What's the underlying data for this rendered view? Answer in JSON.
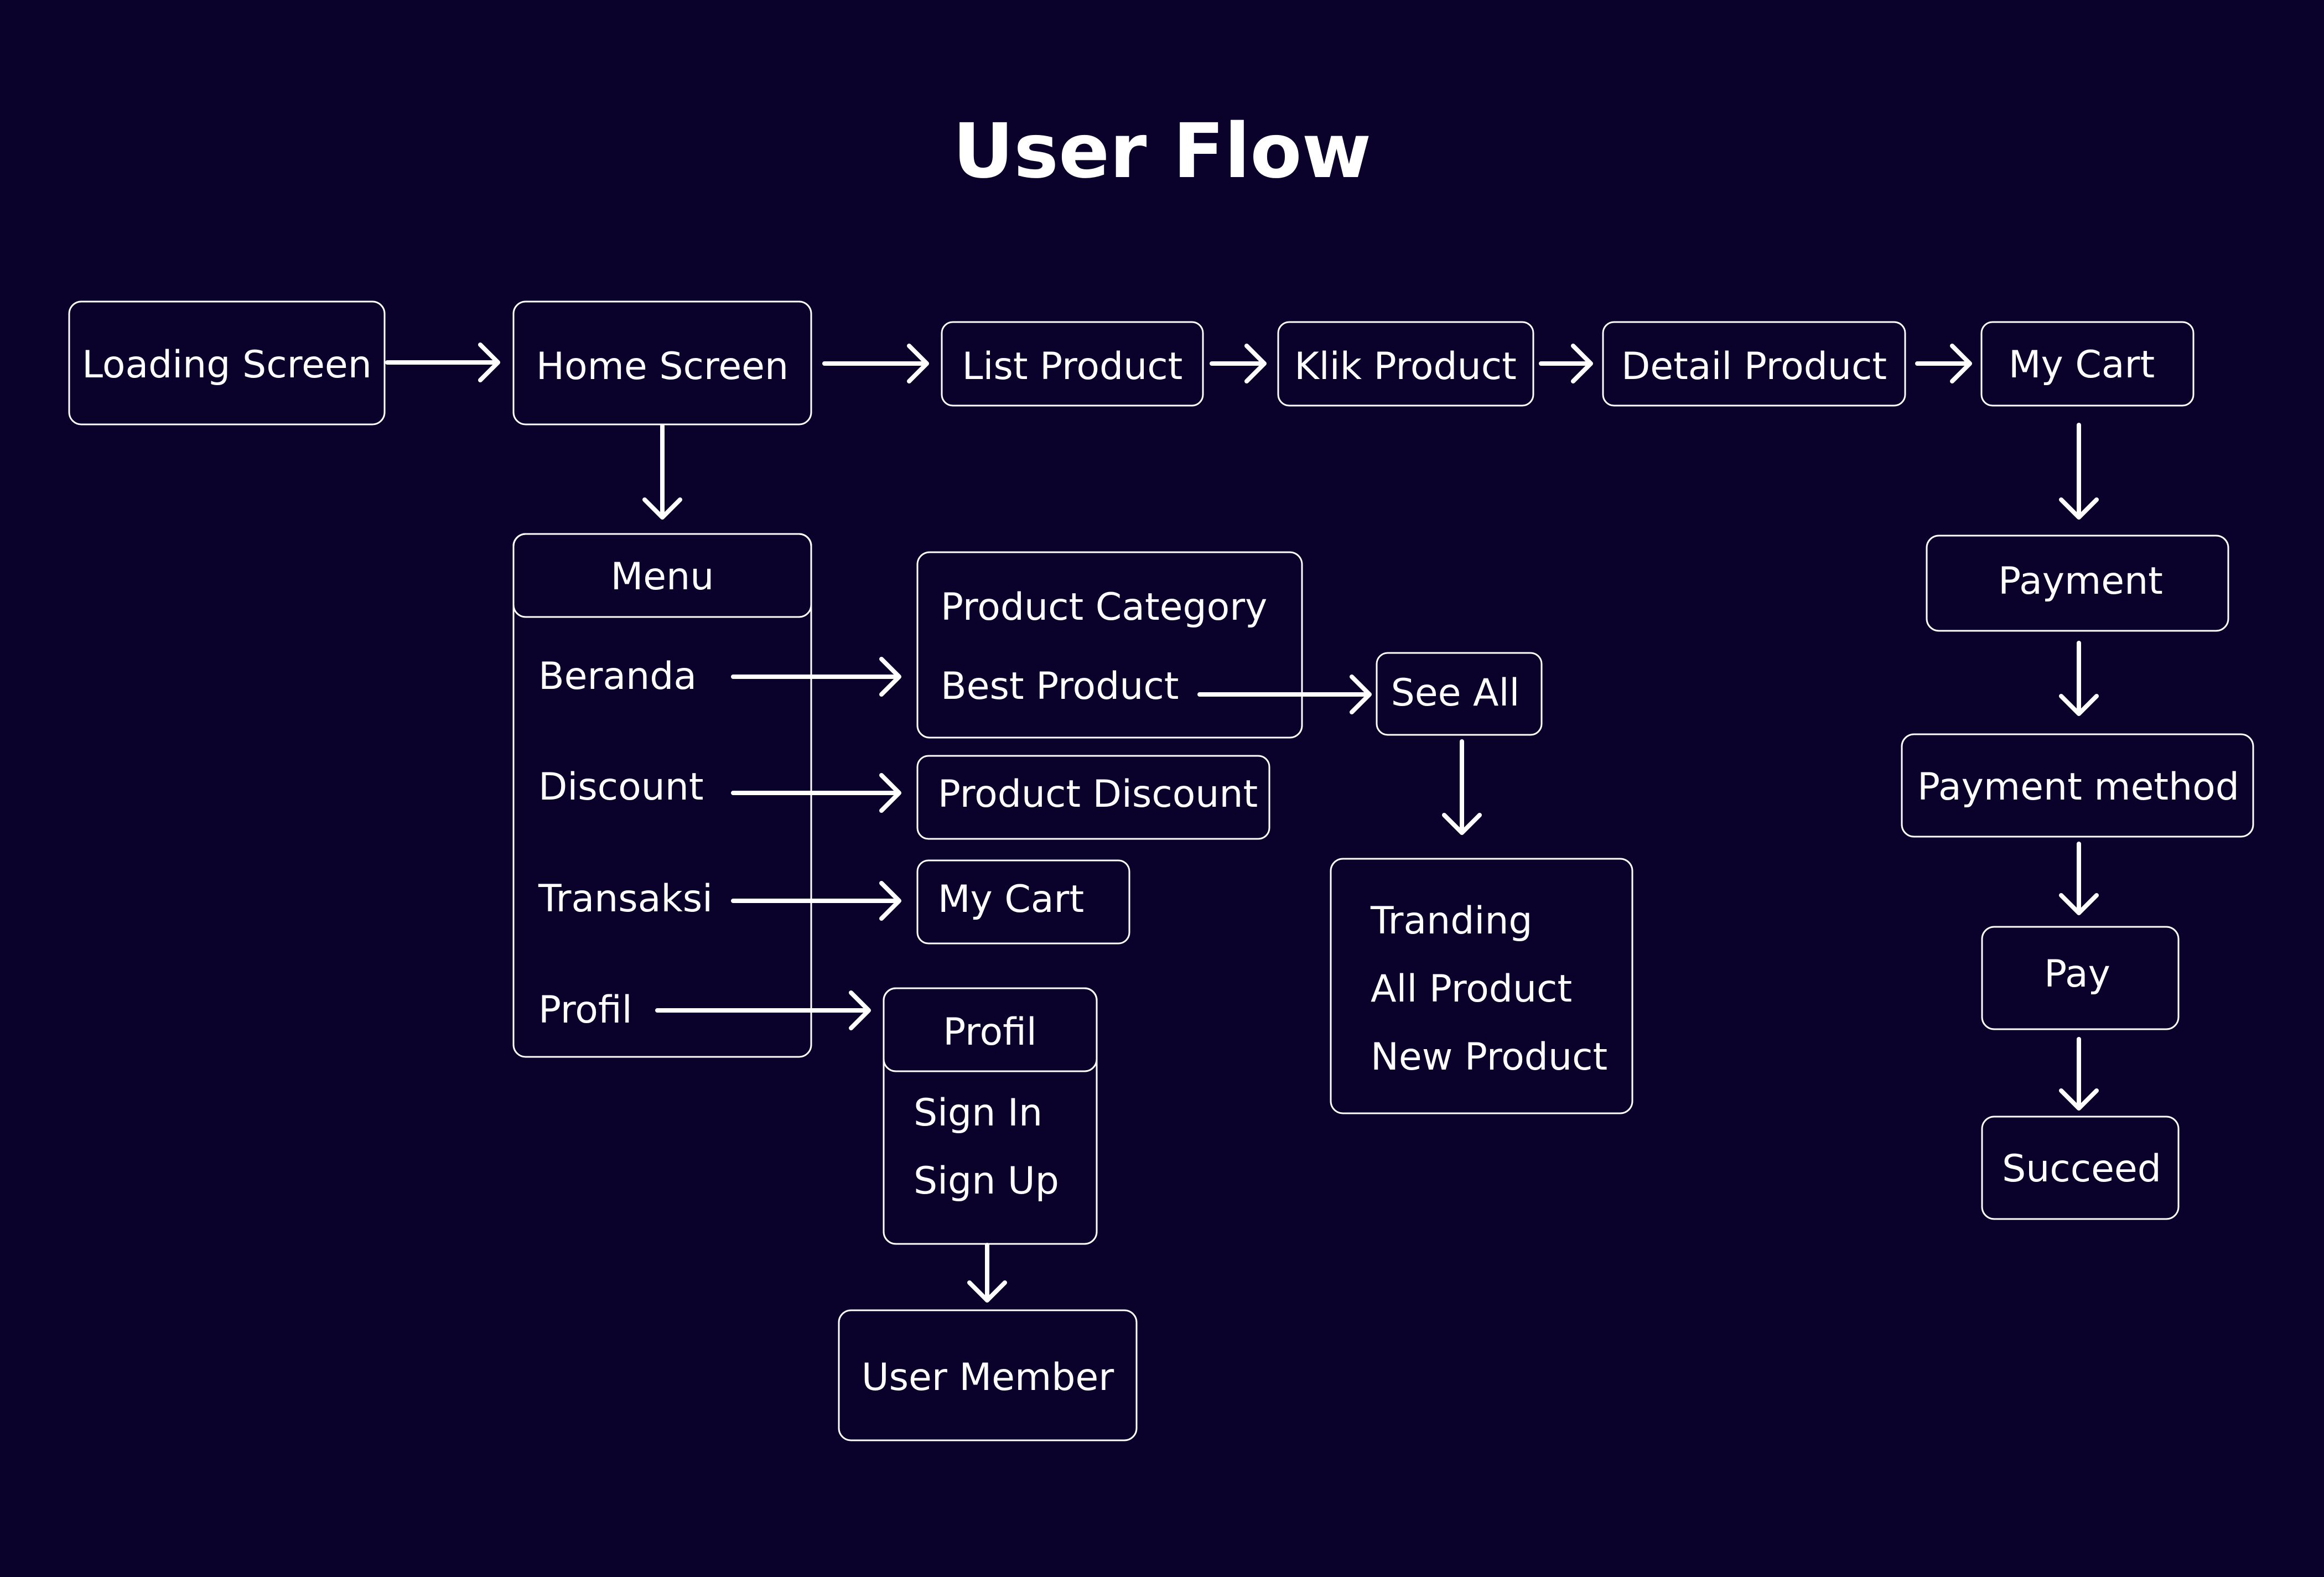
{
  "colors": {
    "background": "#0a022b",
    "foreground": "#ffffff"
  },
  "title": "User Flow",
  "nodes": {
    "loading_screen": "Loading Screen",
    "home_screen": "Home Screen",
    "list_product": "List Product",
    "klik_product": "Klik Product",
    "detail_product": "Detail Product",
    "my_cart_top": "My Cart",
    "menu": {
      "header": "Menu",
      "items": [
        "Beranda",
        "Discount",
        "Transaksi",
        "Profil"
      ]
    },
    "beranda_target": {
      "items": [
        "Product Category",
        "Best Product"
      ]
    },
    "see_all": "See All",
    "see_all_list": {
      "items": [
        "Tranding",
        "All Product",
        "New Product"
      ]
    },
    "product_discount": "Product Discount",
    "my_cart_menu": "My Cart",
    "profil": {
      "header": "Profil",
      "items": [
        "Sign In",
        "Sign Up"
      ]
    },
    "user_member": "User Member",
    "payment": "Payment",
    "payment_method": "Payment method",
    "pay": "Pay",
    "succeed": "Succeed"
  }
}
